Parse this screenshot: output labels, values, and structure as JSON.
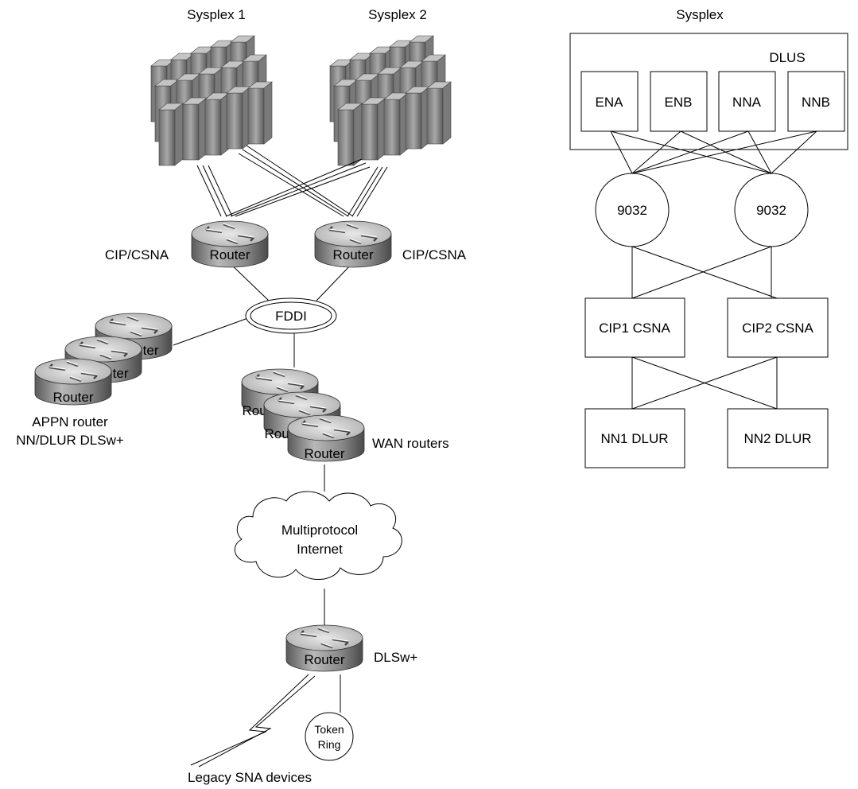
{
  "left_diagram": {
    "sysplex1_label": "Sysplex 1",
    "sysplex2_label": "Sysplex 2",
    "router_label": "Router",
    "cip_left_label": "CIP/CSNA",
    "cip_right_label": "CIP/CSNA",
    "fddi_label": "FDDI",
    "appn_line1": "APPN router",
    "appn_line2": "NN/DLUR DLSw+",
    "wan_label": "WAN routers",
    "internet_line1": "Multiprotocol",
    "internet_line2": "Internet",
    "dlsw_label": "DLSw+",
    "token_line1": "Token",
    "token_line2": "Ring",
    "legacy_label": "Legacy SNA devices"
  },
  "right_diagram": {
    "sysplex_label": "Sysplex",
    "dlus_label": "DLUS",
    "hosts": [
      "ENA",
      "ENB",
      "NNA",
      "NNB"
    ],
    "switches": [
      "9032",
      "9032"
    ],
    "cips": [
      "CIP1 CSNA",
      "CIP2 CSNA"
    ],
    "dlurs": [
      "NN1 DLUR",
      "NN2 DLUR"
    ]
  },
  "colors": {
    "line": "#000000",
    "router_top": "#d9d9d9",
    "router_side": "#8c8c8c",
    "mainframe": "#9a9a9a"
  },
  "icons": [
    "mainframe-cluster-icon",
    "router-icon",
    "cloud-icon",
    "token-ring-icon",
    "serial-link-icon"
  ]
}
